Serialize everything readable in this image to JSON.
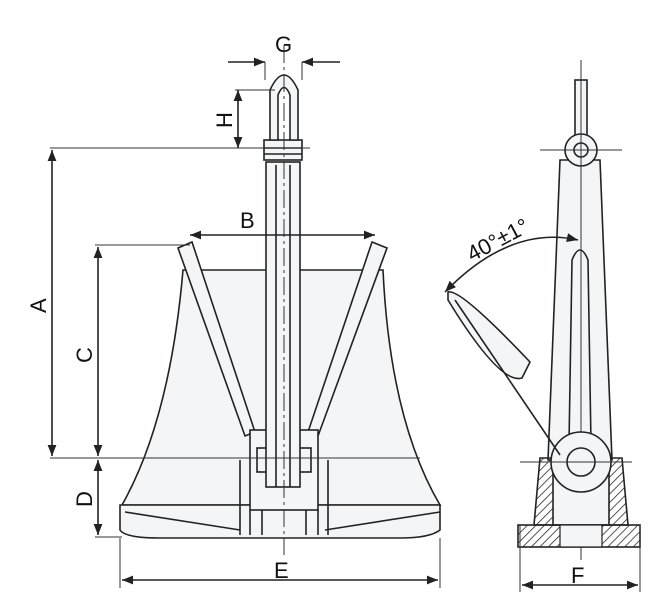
{
  "labels": {
    "G": "G",
    "H": "H",
    "A": "A",
    "B": "B",
    "C": "C",
    "D": "D",
    "E": "E",
    "F": "F",
    "angle": "40°±1°"
  }
}
